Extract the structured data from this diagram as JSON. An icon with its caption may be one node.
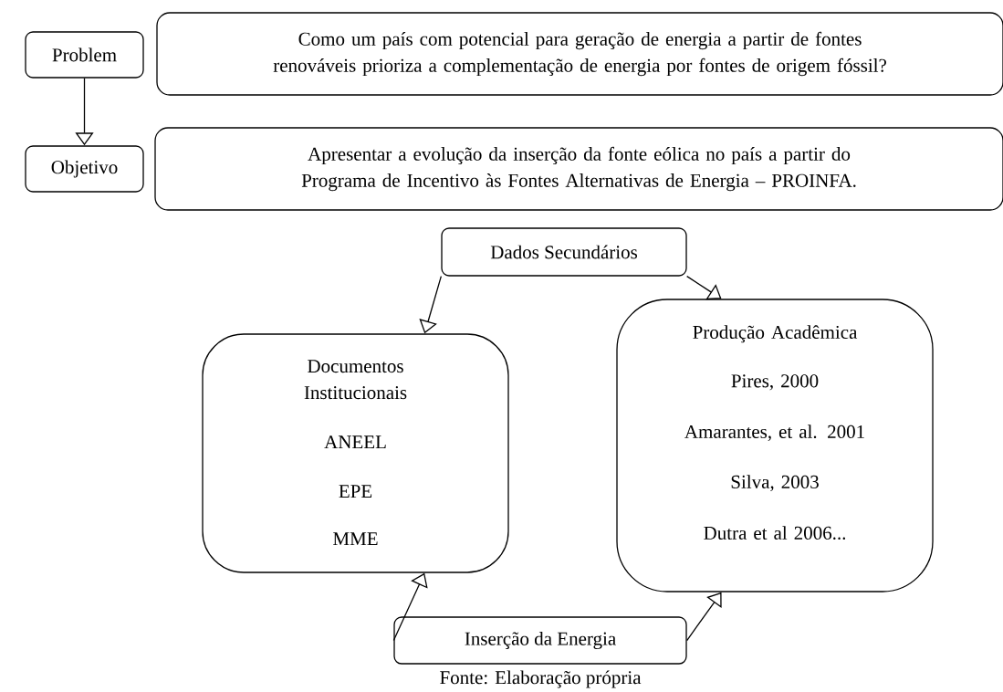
{
  "diagram": {
    "caption": "Fonte: Elaboração própria",
    "nodes": [
      {
        "text": [
          "Problem"
        ]
      },
      {
        "text": [
          "Como um país com potencial para geração de energia a partir de fontes renováveis prioriza a complementação de energia por fontes de origem fóssil?"
        ]
      },
      {
        "text": [
          "Objetivo"
        ]
      },
      {
        "text": [
          "Apresentar a evolução da inserção da fonte eólica no país a partir do Programa de Incentivo às Fontes Alternativas de Energia – PROINFA."
        ]
      },
      {
        "text": [
          "Dados Secundários"
        ]
      },
      {
        "text": [
          "Documentos Institucionais",
          "ANEEL",
          "EPE",
          "MME"
        ]
      },
      {
        "text": [
          "Produção Acadêmica",
          "Pires, 2000",
          "Amarantes, et al. 2001",
          "Silva, 2003",
          "Dutra et al 2006..."
        ]
      },
      {
        "text": [
          "Inserção da Energia"
        ]
      }
    ],
    "edges": [
      {
        "from": 0,
        "to": 2,
        "arrow": "to"
      },
      {
        "from": 4,
        "to": 5,
        "arrow": "to"
      },
      {
        "from": 4,
        "to": 6,
        "arrow": "to"
      },
      {
        "from": 7,
        "to": 5,
        "arrow": "to"
      },
      {
        "from": 7,
        "to": 6,
        "arrow": "to"
      }
    ]
  }
}
